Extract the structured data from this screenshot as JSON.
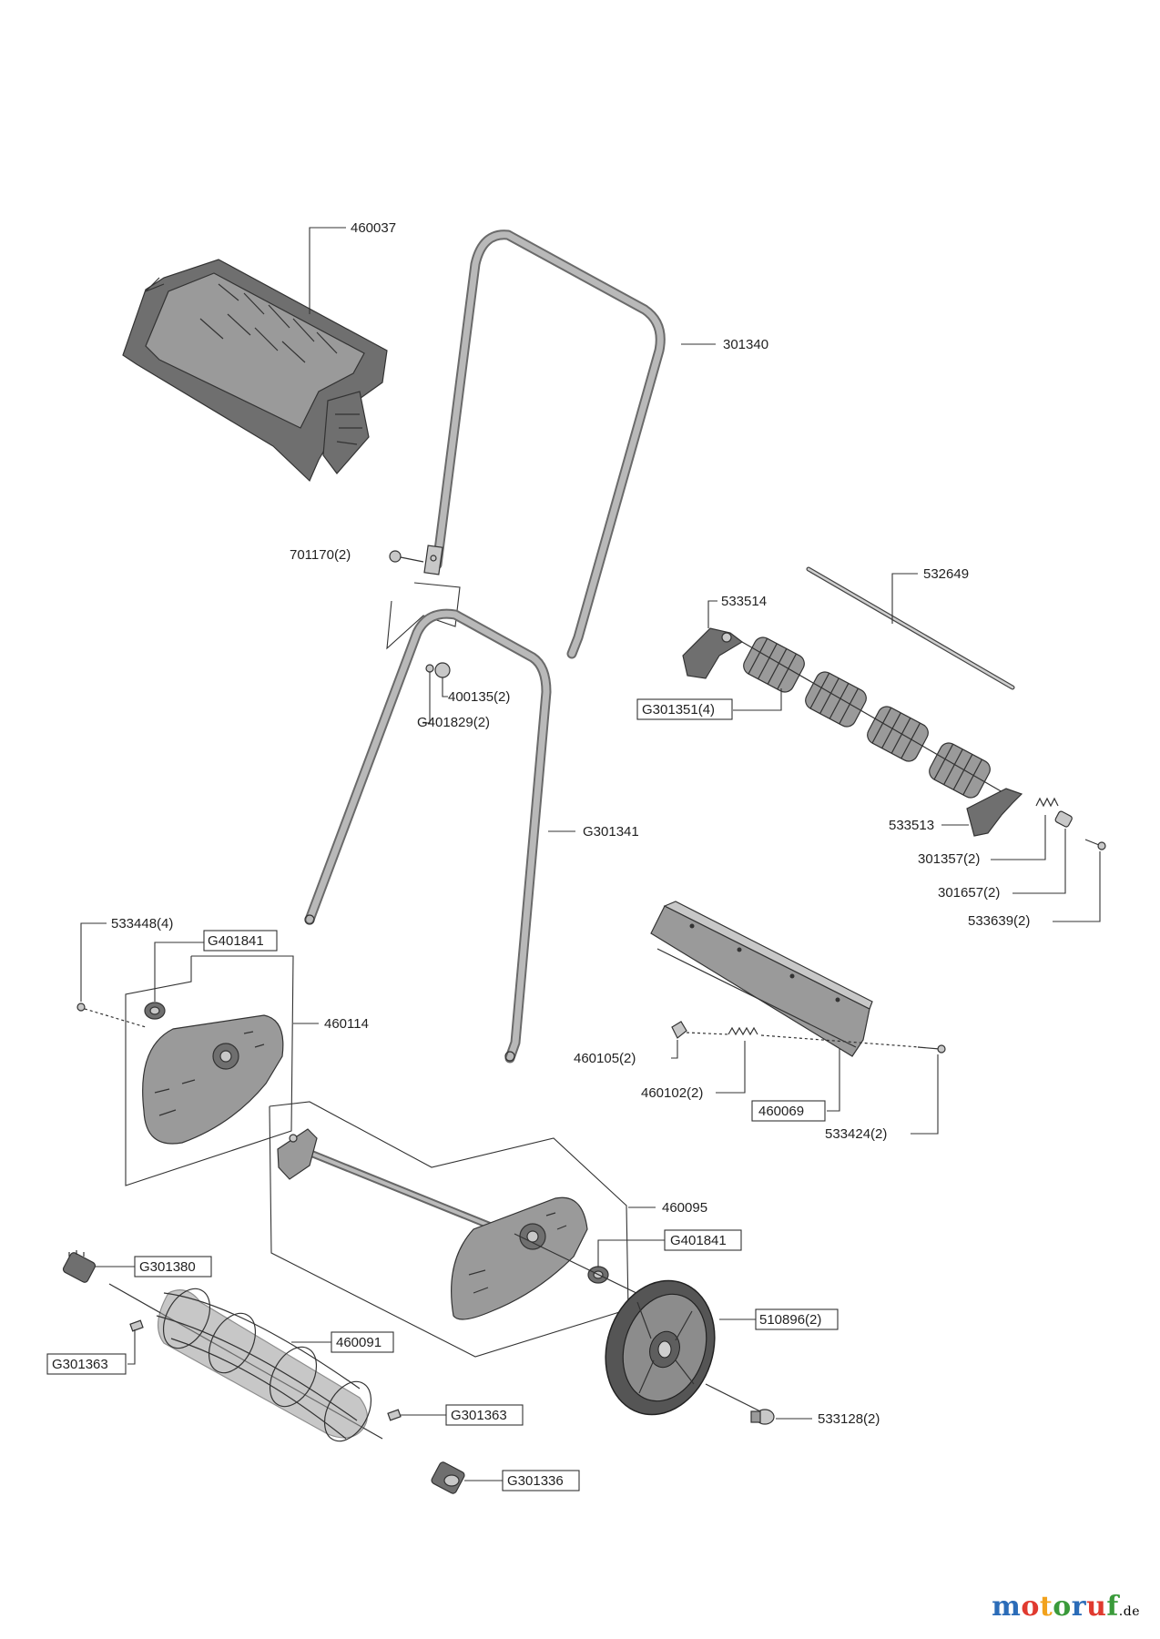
{
  "parts": {
    "p460037": "460037",
    "p301340": "301340",
    "p701170": "701170(2)",
    "p532649": "532649",
    "p533514": "533514",
    "pG301351": "G301351(4)",
    "p400135": "400135(2)",
    "pG401829": "G401829(2)",
    "pG301341": "G301341",
    "p533513": "533513",
    "p301357": "301357(2)",
    "p301657": "301657(2)",
    "p533639": "533639(2)",
    "p533448": "533448(4)",
    "pG401841a": "G401841",
    "p460114": "460114",
    "p460105": "460105(2)",
    "p460102": "460102(2)",
    "p460069": "460069",
    "p533424": "533424(2)",
    "p460095": "460095",
    "pG401841b": "G401841",
    "pG301380": "G301380",
    "p510896": "510896(2)",
    "p460091": "460091",
    "pG301363a": "G301363",
    "pG301363b": "G301363",
    "p533128": "533128(2)",
    "pG301336": "G301336"
  },
  "watermark": {
    "letters": [
      "m",
      "o",
      "t",
      "o",
      "r",
      "u",
      "f"
    ],
    "colors": [
      "#2b6cb8",
      "#e03a2f",
      "#f2a21c",
      "#3a9a3a",
      "#2b6cb8",
      "#e03a2f",
      "#3a9a3a"
    ],
    "tld": ".de"
  }
}
